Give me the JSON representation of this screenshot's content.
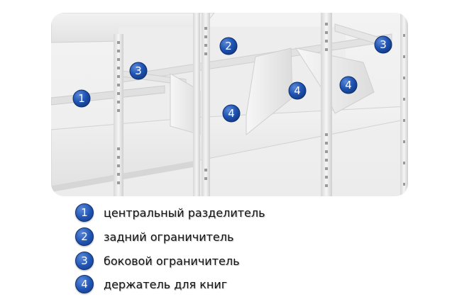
{
  "image": {
    "alt": "shelving-rack-with-dividers",
    "callouts": [
      {
        "label": "1"
      },
      {
        "label": "2"
      },
      {
        "label": "3"
      },
      {
        "label": "3"
      },
      {
        "label": "4"
      },
      {
        "label": "4"
      },
      {
        "label": "4"
      }
    ]
  },
  "legend": {
    "items": [
      {
        "num": "1",
        "text": "центральный разделитель"
      },
      {
        "num": "2",
        "text": "задний ограничитель"
      },
      {
        "num": "3",
        "text": "боковой ограничитель"
      },
      {
        "num": "4",
        "text": "держатель для книг"
      }
    ]
  },
  "colors": {
    "badge": "#2054b3",
    "badge_border": "#0f2f6e",
    "metal": "#e6e6e6",
    "shadow": "#c8c8c8"
  }
}
